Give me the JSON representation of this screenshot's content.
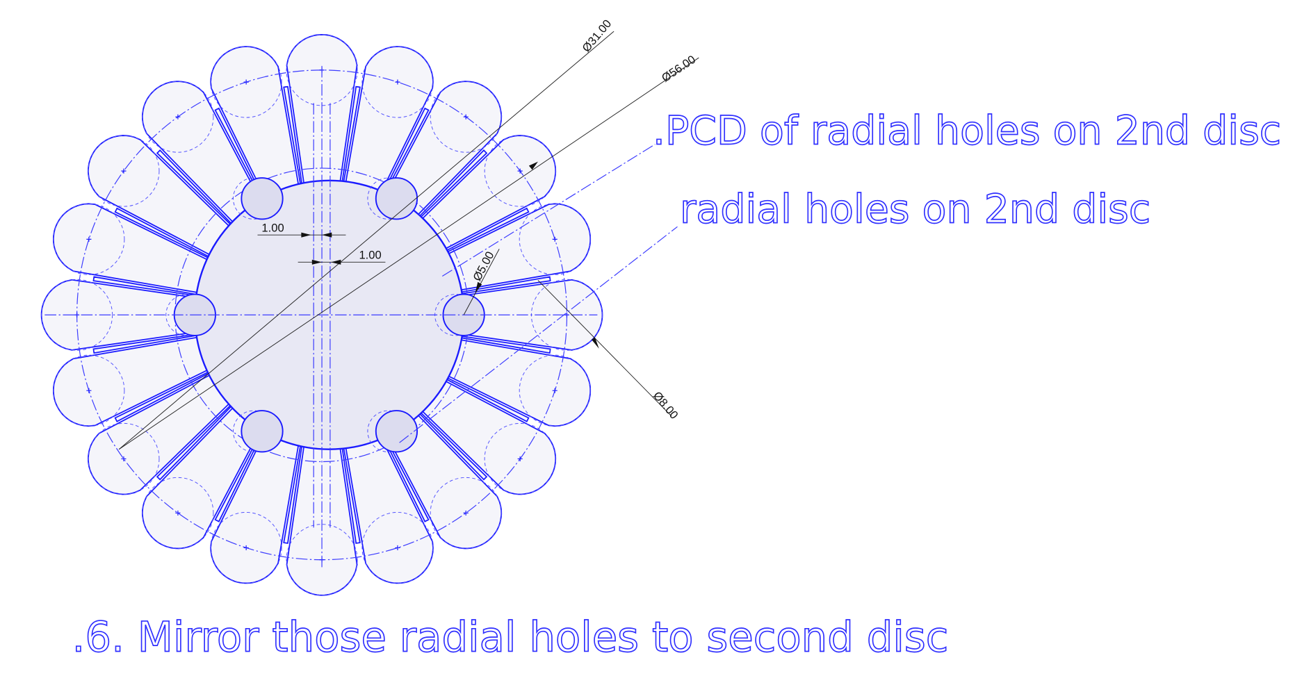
{
  "dimensions": {
    "dia_31": "Ø31.00",
    "dia_56": "Ø56.00",
    "dia_5": "Ø5.00",
    "dia_8": "Ø8.00",
    "offset_1": "1.00",
    "offset_2": "1.00"
  },
  "annotations": {
    "pcd_note": ".PCD of radial holes on 2nd disc",
    "holes_note": "radial holes on 2nd disc",
    "step_title": ".6. Mirror those radial holes to second disc"
  },
  "colors": {
    "sketch": "#1a1aff",
    "construction": "#3b3bff",
    "dimension": "#222222",
    "face_fill": "#f5f5fa",
    "disc_fill": "#e8e8f4"
  }
}
